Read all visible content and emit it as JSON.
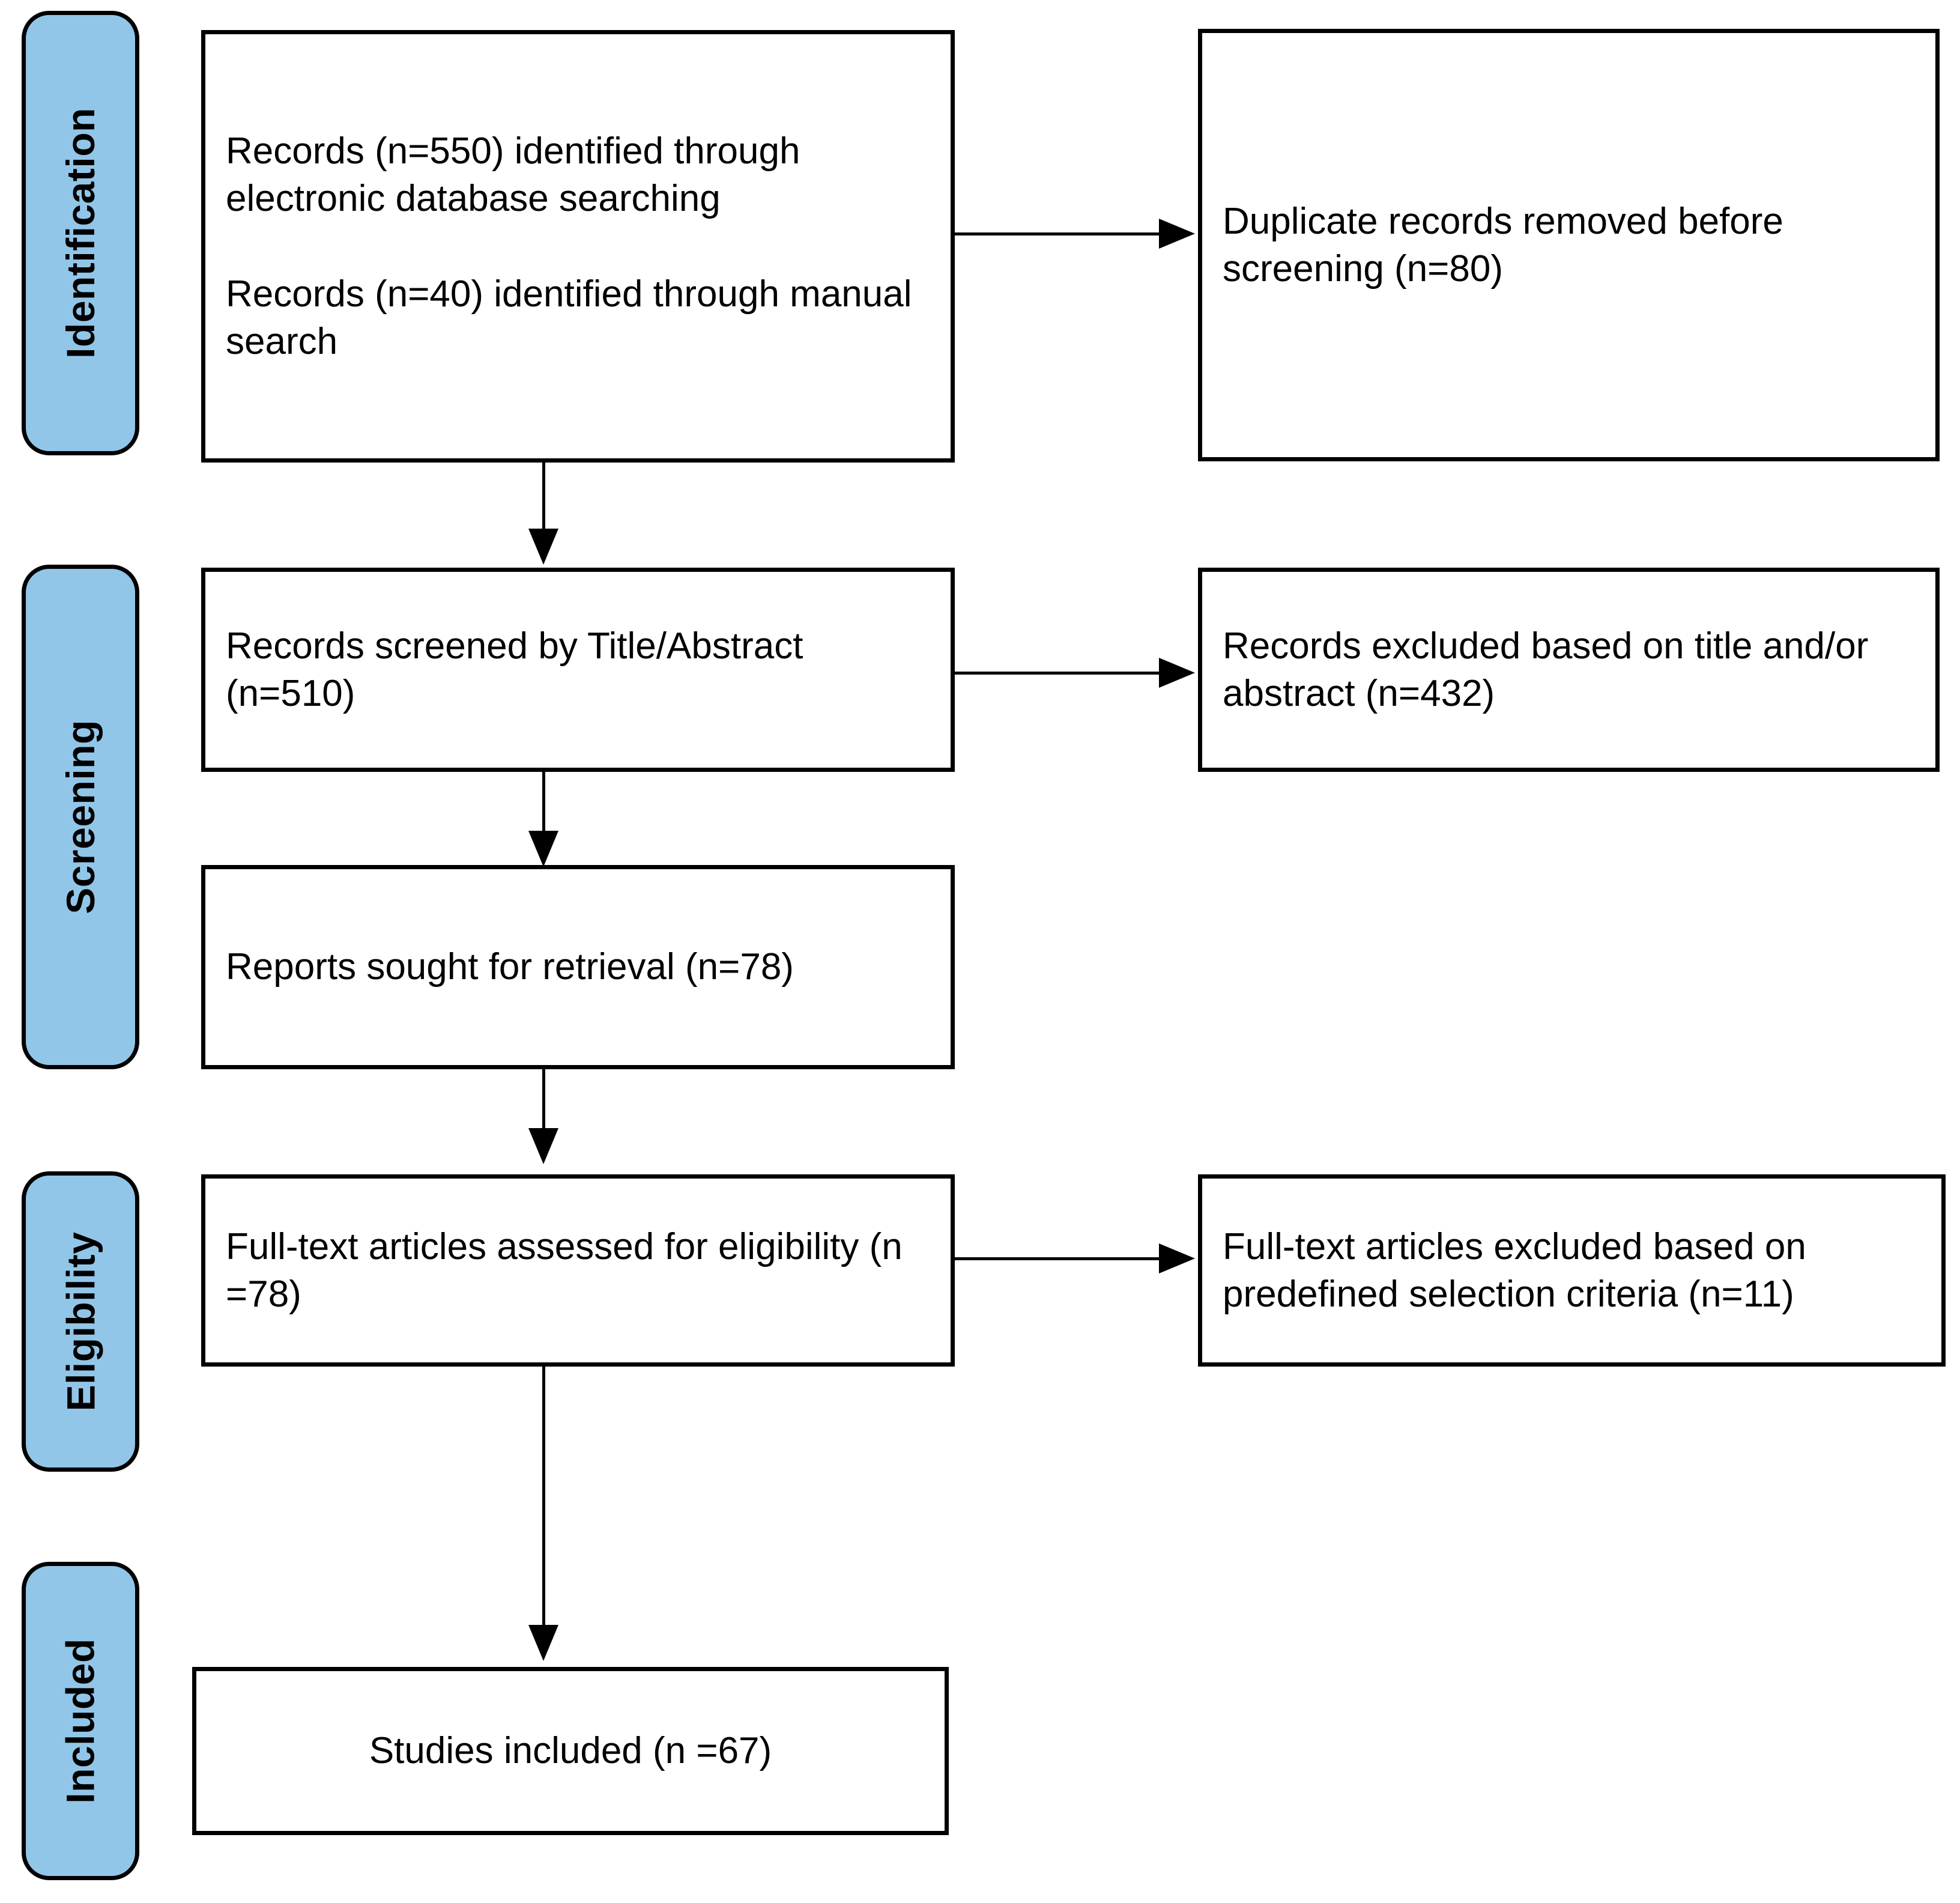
{
  "diagram": {
    "type": "prisma-flow-diagram",
    "title": "PRISMA study selection flow diagram",
    "accent_color": "#92C6E8",
    "line_color": "#000000",
    "background_color": "#FFFFFF"
  },
  "stages": [
    {
      "id": "identification",
      "label": "Identification"
    },
    {
      "id": "screening",
      "label": "Screening"
    },
    {
      "id": "eligibility",
      "label": "Eligibility"
    },
    {
      "id": "included",
      "label": "Included"
    }
  ],
  "boxes": {
    "records_identified": {
      "text": "Records (n=550) identified through electronic database searching\n\nRecords (n=40) identified through manual search",
      "counts": [
        550,
        40
      ]
    },
    "duplicates_removed": {
      "text": "Duplicate records removed before screening (n=80)",
      "counts": [
        80
      ]
    },
    "records_screened": {
      "text": "Records screened by Title/Abstract (n=510)",
      "counts": [
        510
      ]
    },
    "records_excluded": {
      "text": "Records excluded based on title and/or abstract (n=432)",
      "counts": [
        432
      ]
    },
    "reports_sought": {
      "text": "Reports sought for retrieval (n=78)",
      "counts": [
        78
      ]
    },
    "fulltext_assessed": {
      "text": "Full-text articles assessed for eligibility (n =78)",
      "counts": [
        78
      ]
    },
    "fulltext_excluded": {
      "text": "Full-text articles excluded based on predefined selection criteria (n=11)",
      "counts": [
        11
      ]
    },
    "studies_included": {
      "text": "Studies included (n =67)",
      "counts": [
        67
      ]
    }
  },
  "connectors": [
    {
      "id": "identified-to-duplicates",
      "direction": "right"
    },
    {
      "id": "identified-to-screened",
      "direction": "down"
    },
    {
      "id": "screened-to-excluded",
      "direction": "right"
    },
    {
      "id": "screened-to-reports",
      "direction": "down"
    },
    {
      "id": "reports-to-fulltext",
      "direction": "down"
    },
    {
      "id": "fulltext-to-excluded",
      "direction": "right"
    },
    {
      "id": "fulltext-to-included",
      "direction": "down"
    }
  ]
}
